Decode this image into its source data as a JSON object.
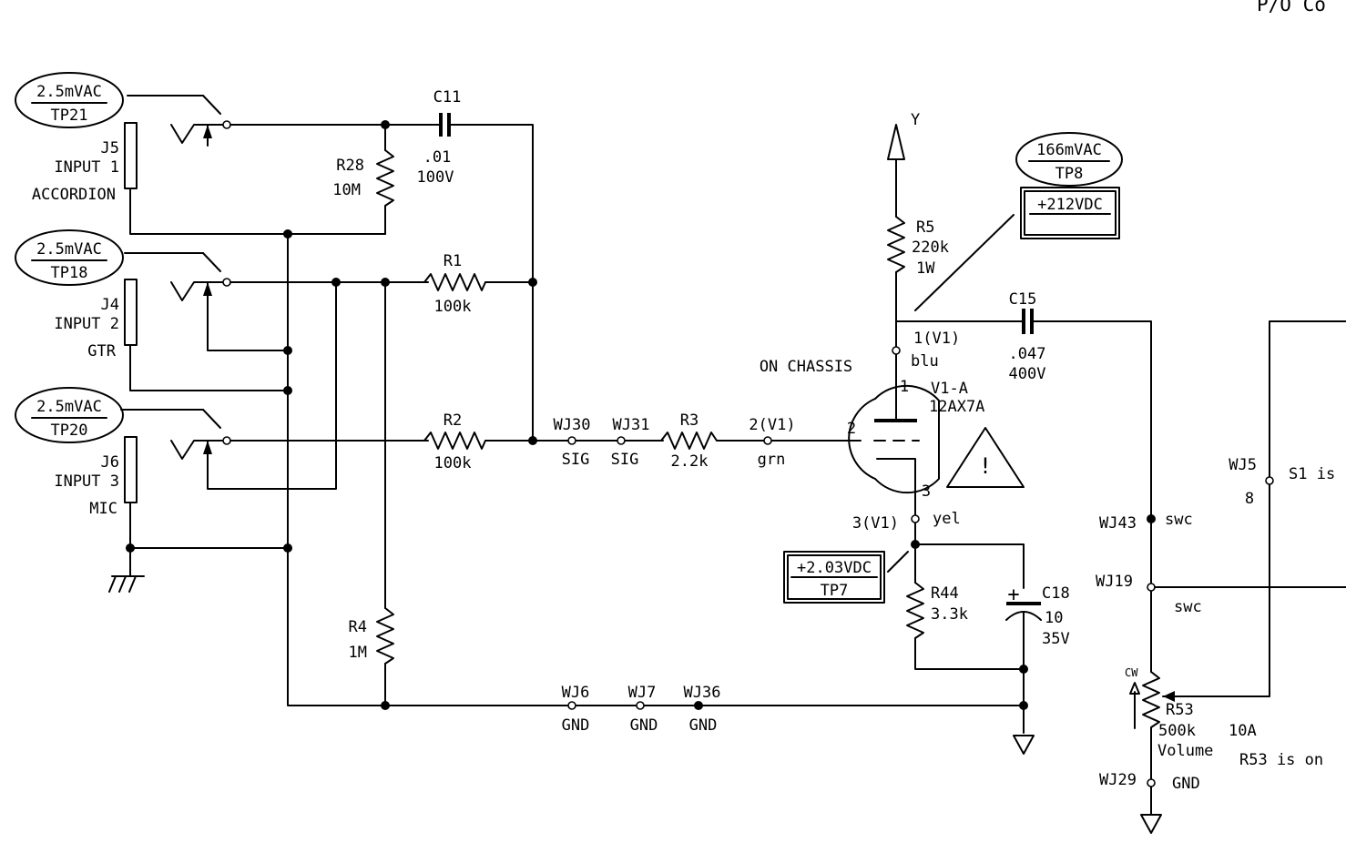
{
  "header": {
    "corner_text": "P/O Co"
  },
  "inputs": [
    {
      "tp_value": "2.5mVAC",
      "tp_name": "TP21",
      "jack": "J5",
      "label": "INPUT 1",
      "source": "ACCORDION"
    },
    {
      "tp_value": "2.5mVAC",
      "tp_name": "TP18",
      "jack": "J4",
      "label": "INPUT 2",
      "source": "GTR"
    },
    {
      "tp_value": "2.5mVAC",
      "tp_name": "TP20",
      "jack": "J6",
      "label": "INPUT 3",
      "source": "MIC"
    }
  ],
  "components": {
    "c11": {
      "ref": "C11",
      "value": ".01",
      "rating": "100V"
    },
    "r28": {
      "ref": "R28",
      "value": "10M"
    },
    "r1": {
      "ref": "R1",
      "value": "100k"
    },
    "r2": {
      "ref": "R2",
      "value": "100k"
    },
    "r3": {
      "ref": "R3",
      "value": "2.2k"
    },
    "r4": {
      "ref": "R4",
      "value": "1M"
    },
    "r5": {
      "ref": "R5",
      "value": "220k",
      "rating": "1W"
    },
    "c15": {
      "ref": "C15",
      "value": ".047",
      "rating": "400V"
    },
    "r44": {
      "ref": "R44",
      "value": "3.3k"
    },
    "c18": {
      "ref": "C18",
      "value": "10",
      "rating": "35V",
      "polarity": "+"
    },
    "r53": {
      "ref": "R53",
      "value": "500k",
      "name": "Volume",
      "cw": "CW"
    }
  },
  "tube": {
    "ref": "V1-A",
    "type": "12AX7A",
    "pin1": "1",
    "pin2": "2",
    "pin3": "3"
  },
  "wires": {
    "wj30": {
      "ref": "WJ30",
      "signal": "SIG"
    },
    "wj31": {
      "ref": "WJ31",
      "signal": "SIG"
    },
    "wj6": {
      "ref": "WJ6",
      "signal": "GND"
    },
    "wj7": {
      "ref": "WJ7",
      "signal": "GND"
    },
    "wj36": {
      "ref": "WJ36",
      "signal": "GND"
    },
    "wj43": {
      "ref": "WJ43",
      "signal": "swc"
    },
    "wj19": {
      "ref": "WJ19",
      "signal": "swc"
    },
    "wj29": {
      "ref": "WJ29",
      "signal": "GND"
    },
    "wj5": {
      "ref": "WJ5",
      "pin": "8"
    }
  },
  "nets": {
    "grid": "2(V1)",
    "grid_color": "grn",
    "plate": "1(V1)",
    "plate_color": "blu",
    "cathode": "3(V1)",
    "cathode_color": "yel",
    "supply": "Y"
  },
  "notes": {
    "on_chassis": "ON CHASSIS",
    "s1": "S1 is",
    "r53_note": "R53 is on",
    "sheet_ref": "10A",
    "warning": "!"
  },
  "test_points": {
    "tp8_ac": "166mVAC",
    "tp8_name": "TP8",
    "tp8_dc": "+212VDC",
    "tp7_dc": "+2.03VDC",
    "tp7_name": "TP7"
  }
}
